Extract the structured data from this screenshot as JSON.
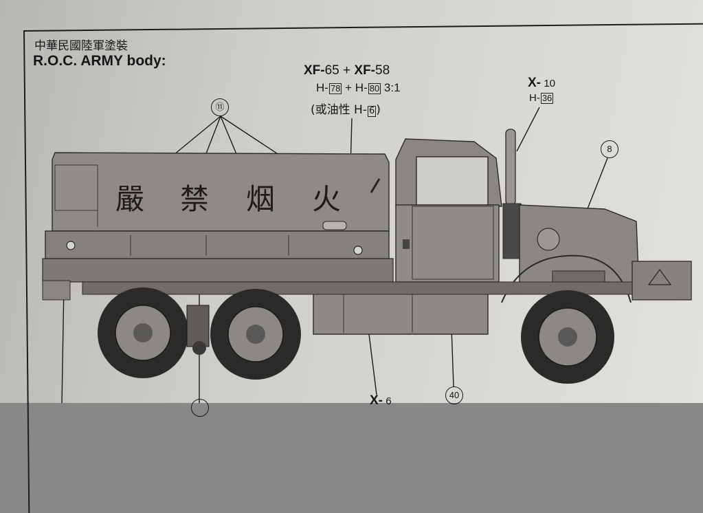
{
  "header": {
    "title_cn": "中華民國陸軍塗裝",
    "title_en": "R.O.C. ARMY body:"
  },
  "paint_body": {
    "line1_a": "XF-",
    "line1_b": "65",
    "line1_plus": " + ",
    "line1_c": "XF-",
    "line1_d": "58",
    "line2_a": "H-",
    "line2_box1": "78",
    "line2_plus": " + H-",
    "line2_box2": "80",
    "line2_ratio": " 3:1",
    "line3_open": "(或油性 H-",
    "line3_box": "6",
    "line3_close": ")"
  },
  "paint_exhaust": {
    "line1_a": "X-",
    "line1_b": " 10",
    "line2_a": "H-",
    "line2_box": "36"
  },
  "paint_bottom": {
    "label_a": "X-",
    "label_b": " 6"
  },
  "callouts": {
    "c11": "⑪",
    "c8": "8",
    "c40": "40",
    "c_bottom": ""
  },
  "truck_text": {
    "char1": "嚴",
    "char2": "禁",
    "char3": "烟",
    "char4": "火"
  },
  "colors": {
    "ink": "#161616",
    "truck_body": "#8e8b87",
    "tire": "#2b2a29",
    "paper": "#d5d3cf"
  }
}
